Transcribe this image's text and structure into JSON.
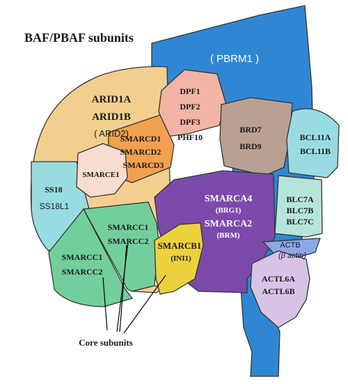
{
  "title": "BAF/PBAF subunits",
  "footer_label": "Core subunits",
  "colors": {
    "pbrm1": "#2f87d4",
    "arid": "#f2cf8e",
    "dpf": "#f2b4a4",
    "smarcd": "#f1a04f",
    "smarce1": "#f7dcd0",
    "brd": "#b8a093",
    "bcl11": "#99dbe3",
    "blc7": "#b5e5da",
    "ss18": "#98dbe1",
    "smarcc": "#72cf9b",
    "smarca": "#7c4aab",
    "smarcb1": "#ecd13e",
    "actb": "#8aa9e6",
    "actl6": "#d7c3e5"
  },
  "subunits": {
    "pbrm1": {
      "line1": "( PBRM1 )"
    },
    "arid": {
      "line1": "ARID1A",
      "line2": "ARID1B",
      "line3": "( ARID2)"
    },
    "dpf": {
      "line1": "DPF1",
      "line2": "DPF2",
      "line3": "DPF3",
      "line4": "PHF10"
    },
    "smarcd": {
      "line1": "SMARCD1",
      "line2": "SMARCD2",
      "line3": "SMARCD3"
    },
    "smarce1": {
      "line1": "SMARCE1"
    },
    "brd": {
      "line1": "BRD7",
      "line2": "BRD9"
    },
    "bcl11": {
      "line1": "BCL11A",
      "line2": "BCL11B"
    },
    "blc7": {
      "line1": "BLC7A",
      "line2": "BLC7B",
      "line3": "BLC7C"
    },
    "ss18": {
      "line1": "SS18",
      "line2": "SS18L1"
    },
    "smarcc_left": {
      "line1": "SMARCC1",
      "line2": "SMARCC2"
    },
    "smarcc_mid": {
      "line1": "SMARCC1",
      "line2": "SMARCC2"
    },
    "smarca": {
      "line1": "SMARCA4",
      "line2": "(BRG1)",
      "line3": "SMARCA2",
      "line4": "(BRM)"
    },
    "smarcb1": {
      "line1": "SMARCB1",
      "line2": "(INI1)"
    },
    "actb": {
      "line1": "ACTB",
      "line2": "(β actin)"
    },
    "actl6": {
      "line1": "ACTL6A",
      "line2": "ACTL6B"
    }
  }
}
